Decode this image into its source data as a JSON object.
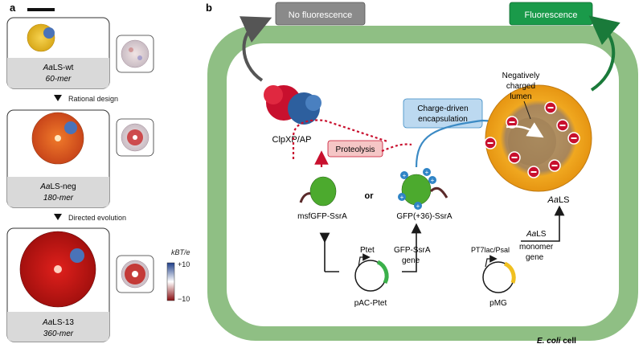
{
  "panel_a": {
    "label": "a",
    "variants": [
      {
        "name_italic": "Aa",
        "name_rest": "LS-wt",
        "stoich": "60-mer"
      },
      {
        "name_italic": "Aa",
        "name_rest": "LS-neg",
        "stoich": "180-mer"
      },
      {
        "name_italic": "Aa",
        "name_rest": "LS-13",
        "stoich": "360-mer"
      }
    ],
    "step_1": "Rational design",
    "step_2": "Directed evolution",
    "colorbar": {
      "title": "kBT/e",
      "max_label": "+10",
      "min_label": "−10"
    }
  },
  "panel_b": {
    "label": "b",
    "cell_label_italic": "E. coli",
    "cell_label_rest": " cell",
    "no_fluorescence": "No fluorescence",
    "fluorescence": "Fluorescence",
    "clpxp": "ClpXP/AP",
    "proteolysis": "Proteolysis",
    "charge_driven_1": "Charge-driven",
    "charge_driven_2": "encapsulation",
    "lumen_1": "Negatively",
    "lumen_2": "charged",
    "lumen_3": "lumen",
    "msfgfp": "msfGFP-SsrA",
    "or": "or",
    "gfp36": "GFP(+36)-SsrA",
    "aals_italic": "Aa",
    "aals_rest": "LS",
    "ptet": "Ptet",
    "gfp_gene_1": "GFP-SsrA",
    "gfp_gene_2": "gene",
    "pac": "pAC-Ptet",
    "promoter2": "PT7lac/Psal",
    "aals_monomer_italic": "Aa",
    "aals_monomer_rest": "LS",
    "monomer_1": "monomer",
    "monomer_2": "gene",
    "pmg": "pMG"
  },
  "colors": {
    "cell_outer": "#8fbf84",
    "cell_inner": "#ffffff",
    "no_fluor_box": "#8a8a8a",
    "fluor_box": "#1a9a4a",
    "proteolysis_box": "#f5c6c6",
    "charge_box": "#bcd9f0",
    "clpxp_red": "#c8102e",
    "clpxp_blue": "#2d5f9e",
    "gfp_green": "#4caa2e",
    "cage_orange": "#e8a020",
    "negative_red": "#c8102e"
  }
}
